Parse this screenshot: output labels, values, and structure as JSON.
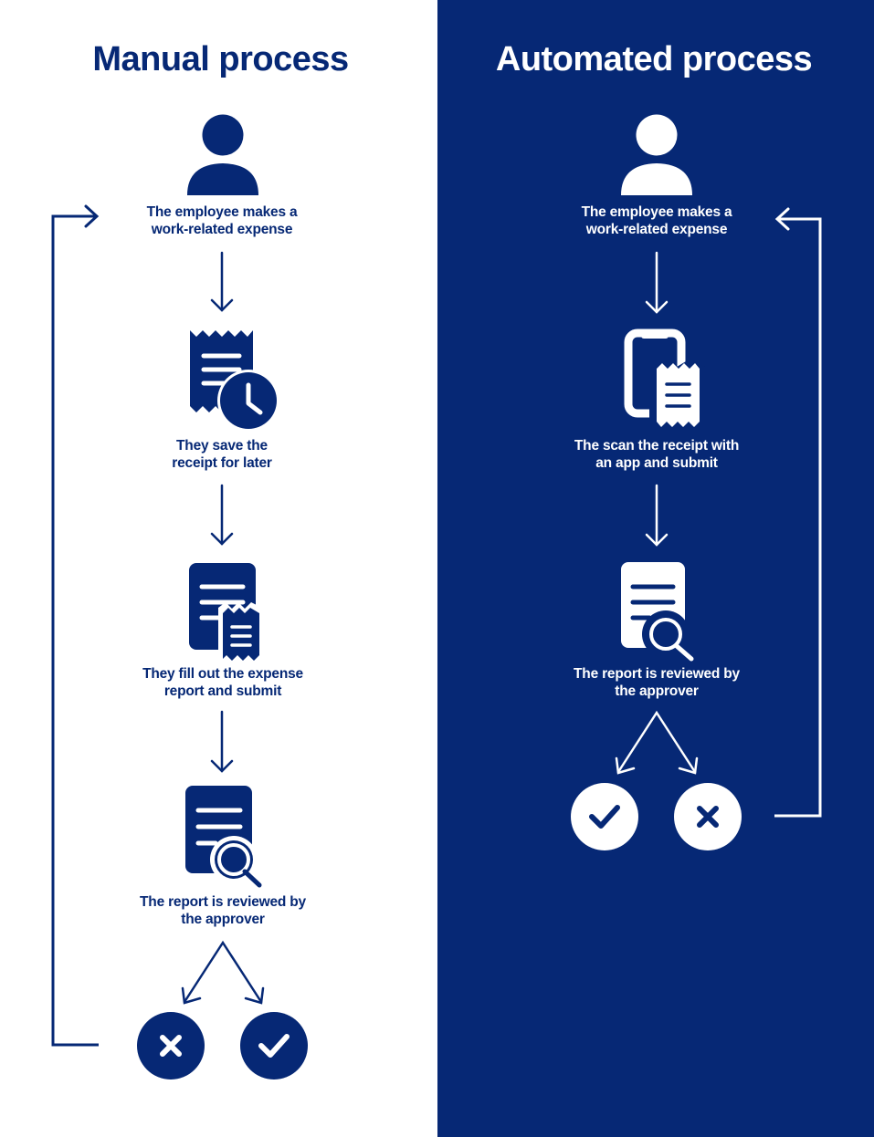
{
  "colors": {
    "navy": "#062875",
    "white": "#ffffff"
  },
  "manual": {
    "title": "Manual process",
    "steps": [
      {
        "icon": "person-icon",
        "caption_line1": "The employee makes a",
        "caption_line2": "work-related expense"
      },
      {
        "icon": "receipt-clock-icon",
        "caption_line1": "They save the",
        "caption_line2": "receipt for later"
      },
      {
        "icon": "document-receipt-icon",
        "caption_line1": "They fill out the expense",
        "caption_line2": "report and submit"
      },
      {
        "icon": "document-search-icon",
        "caption_line1": "The report is reviewed by",
        "caption_line2": "the approver"
      }
    ],
    "outcomes": [
      "reject-icon",
      "approve-icon"
    ]
  },
  "automated": {
    "title": "Automated process",
    "steps": [
      {
        "icon": "person-icon",
        "caption_line1": "The employee makes a",
        "caption_line2": "work-related expense"
      },
      {
        "icon": "phone-receipt-icon",
        "caption_line1": "The scan the receipt with",
        "caption_line2": "an app and submit"
      },
      {
        "icon": "document-search-icon",
        "caption_line1": "The report is reviewed by",
        "caption_line2": "the approver"
      }
    ],
    "outcomes": [
      "approve-icon",
      "reject-icon"
    ]
  }
}
